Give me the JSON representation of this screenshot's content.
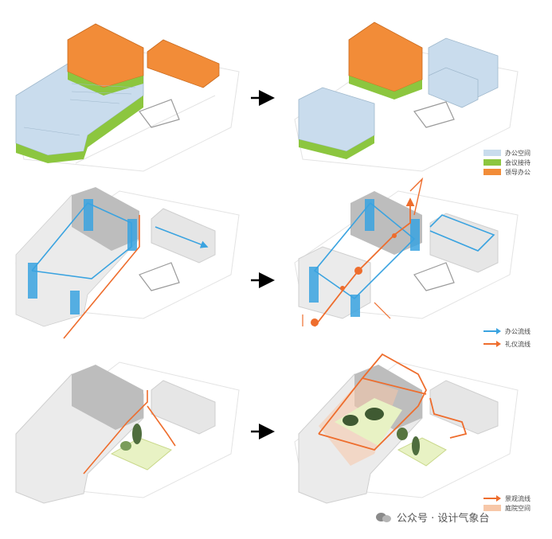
{
  "legend_top": {
    "items": [
      {
        "label": "办公空间",
        "color": "#c9dced"
      },
      {
        "label": "会议接待",
        "color": "#8cc63f"
      },
      {
        "label": "领导办公",
        "color": "#f28c38"
      }
    ]
  },
  "legend_mid": {
    "items": [
      {
        "label": "办公流线",
        "color": "#3aa3e0"
      },
      {
        "label": "礼仪流线",
        "color": "#ee6d2d"
      }
    ]
  },
  "legend_bot": {
    "items": [
      {
        "label": "景观流线",
        "color": "#ee6d2d"
      },
      {
        "label": "庭院空间",
        "color": "#f7c7a8"
      }
    ]
  },
  "watermark": {
    "text": "公众号 · 设计气象台"
  },
  "colors": {
    "office": "#c9dced",
    "meeting": "#8cc63f",
    "leader": "#f28c38",
    "office_flow": "#3aa3e0",
    "ceremony_flow": "#ee6d2d",
    "mass_light": "#e6e6e6",
    "mass_dark": "#bdbdbd",
    "lawn": "#e8f2c4",
    "tree": "#4f6d3e"
  }
}
